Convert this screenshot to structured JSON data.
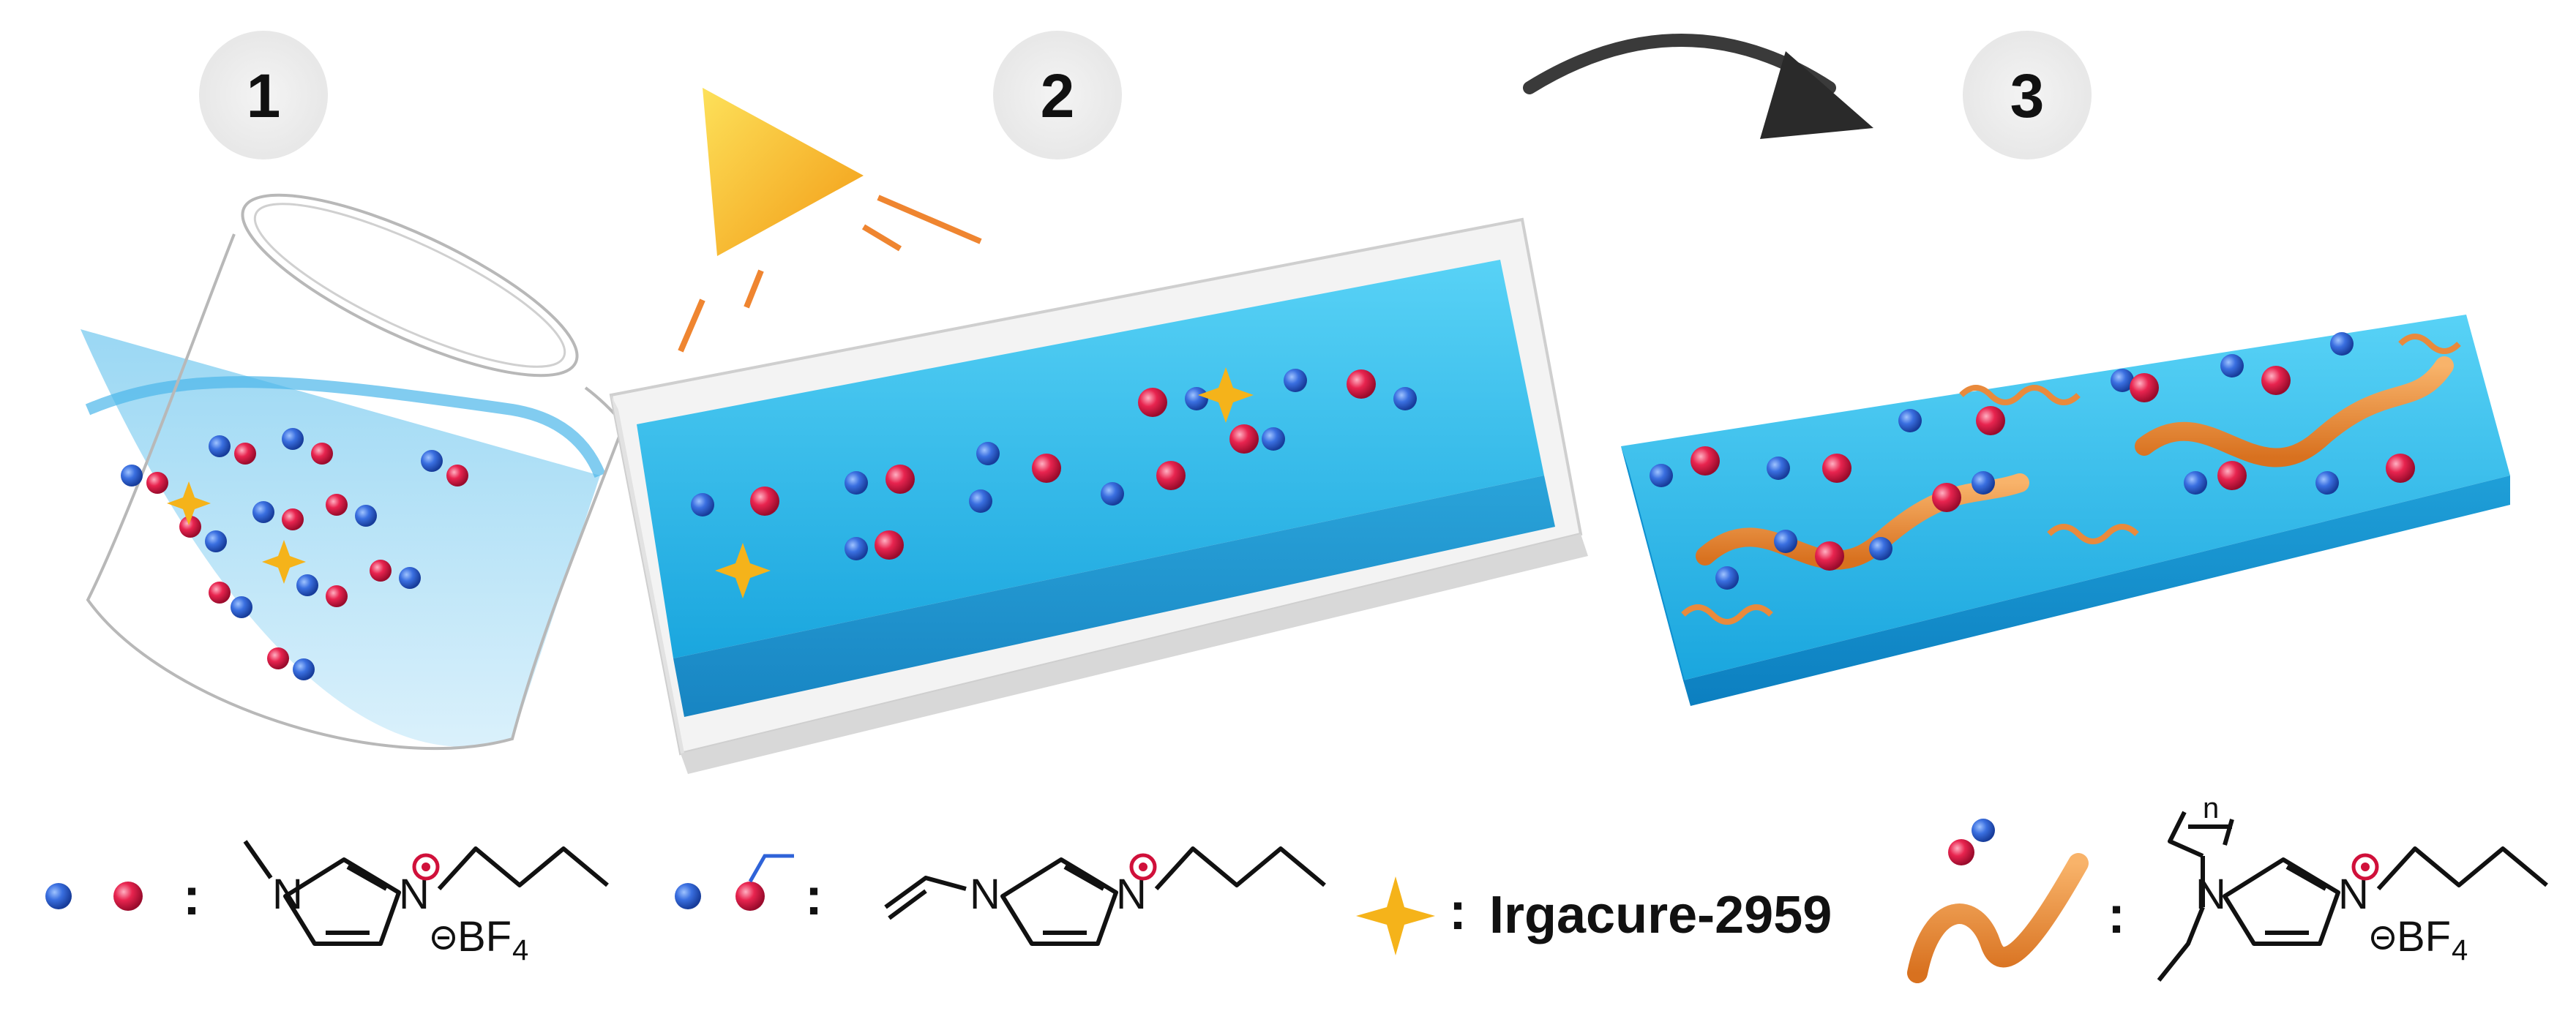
{
  "steps": [
    {
      "number": "1"
    },
    {
      "number": "2"
    },
    {
      "number": "3"
    }
  ],
  "legend": {
    "separator": ":",
    "ionic_liquid": {
      "atom_n_left": "N",
      "atom_n_right": "N",
      "counterion": "BF",
      "counterion_sub": "4"
    },
    "monomer": {
      "atom_n_left": "N",
      "atom_n_right": "N"
    },
    "initiator": {
      "label": "Irgacure-2959"
    },
    "polymer": {
      "atom_n_left": "N",
      "atom_n_right": "N",
      "counterion": "BF",
      "counterion_sub": "4",
      "repeat": "n"
    }
  },
  "colors": {
    "blue_sphere": "#2f63d8",
    "red_sphere": "#e0204e",
    "gel": "#27b6e8",
    "polymer_chain": "#e98a3c",
    "lamp": "#f5b21a",
    "light_rays": "#ef8530",
    "initiator_star": "#f5b31a"
  }
}
